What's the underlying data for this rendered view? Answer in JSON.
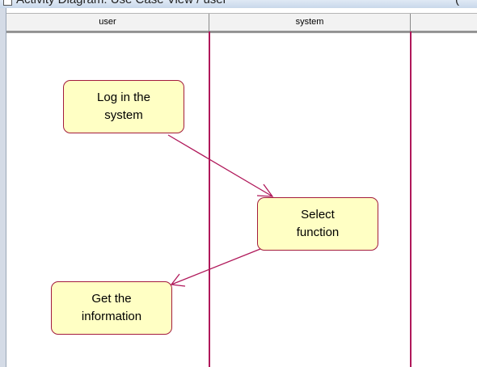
{
  "window": {
    "title": "Activity Diagram: Use Case View / user"
  },
  "lanes": [
    {
      "label": "user"
    },
    {
      "label": "system"
    },
    {
      "label": ""
    }
  ],
  "activities": [
    {
      "id": "login",
      "label": "Log in the\nsystem"
    },
    {
      "id": "select",
      "label": "Select\nfunction"
    },
    {
      "id": "info",
      "label": "Get the\ninformation"
    }
  ],
  "transitions": [
    {
      "from": "login",
      "to": "select"
    },
    {
      "from": "select",
      "to": "info"
    }
  ],
  "colors": {
    "lane_divider": "#b0185a",
    "activity_fill": "#ffffc4",
    "activity_border": "#a31b3d",
    "transition_line": "#b0185a"
  }
}
